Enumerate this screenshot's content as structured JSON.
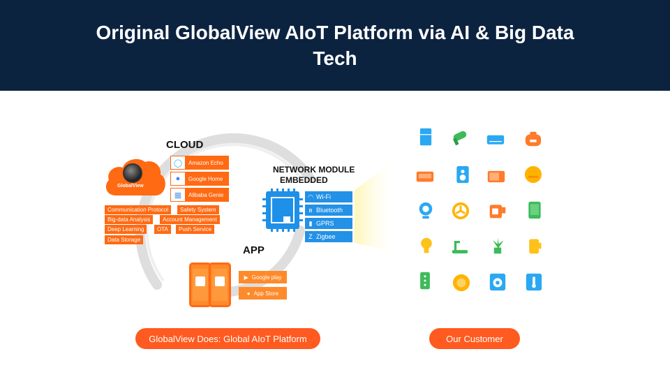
{
  "header": {
    "title": "Original GlobalView AIoT Platform via AI & Big Data Tech"
  },
  "cloud": {
    "heading": "CLOUD",
    "logo_text": "GlobalView",
    "assistants": [
      {
        "label": "Amazon Echo",
        "icon": "amazon-echo-icon"
      },
      {
        "label": "Google Home",
        "icon": "google-home-icon"
      },
      {
        "label": "Alibaba Genie",
        "icon": "alibaba-genie-icon"
      }
    ],
    "features": [
      "Communication Protocol",
      "Safety System",
      "Big-data Analysis",
      "Account Management",
      "Deep Learning",
      "OTA",
      "Push Service",
      "Data Storage"
    ]
  },
  "network": {
    "heading_line1": "NETWORK MODULE",
    "heading_line2": "EMBEDDED",
    "items": [
      {
        "label": "Wi-Fi",
        "icon": "wifi-icon"
      },
      {
        "label": "Bluetooth",
        "icon": "bluetooth-icon"
      },
      {
        "label": "GPRS",
        "icon": "gprs-icon"
      },
      {
        "label": "Zigbee",
        "icon": "zigbee-icon"
      }
    ]
  },
  "app": {
    "heading": "APP",
    "stores": [
      {
        "label": "Google play",
        "icon": "google-play-icon"
      },
      {
        "label": "App Store",
        "icon": "apple-icon"
      }
    ]
  },
  "buttons": {
    "left": "GlobalView Does: Global AIoT Platform",
    "right": "Our Customer"
  },
  "devices": [
    "refrigerator-icon",
    "hair-dryer-icon",
    "air-conditioner-icon",
    "rice-cooker-icon",
    "toaster-icon",
    "speaker-icon",
    "microwave-icon",
    "robot-vacuum-icon",
    "camera-icon",
    "fan-icon",
    "kettle-icon",
    "phone-icon",
    "light-bulb-icon",
    "treadmill-icon",
    "plant-icon",
    "jar-icon",
    "power-strip-icon",
    "scale-icon",
    "washing-machine-icon",
    "thermometer-icon"
  ],
  "colors": {
    "header_bg": "#0c2340",
    "accent_orange": "#ff6a13",
    "accent_blue": "#2391e6"
  }
}
